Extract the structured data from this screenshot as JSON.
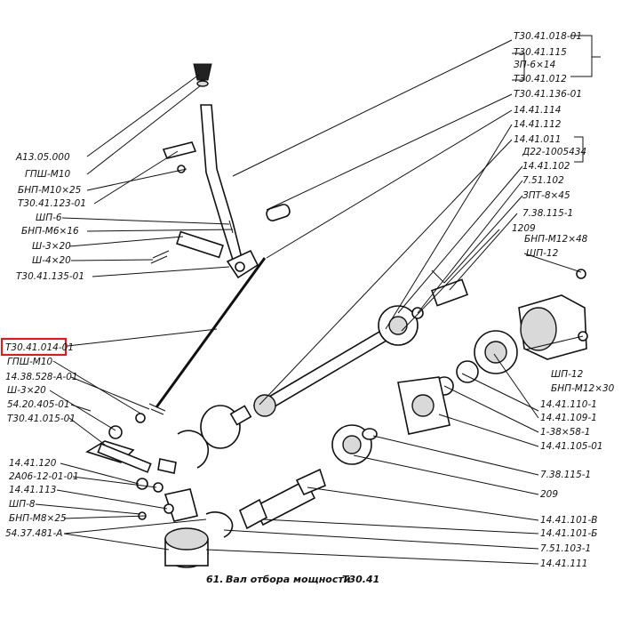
{
  "caption": {
    "number": "61.",
    "title": "Вал отбора мощности",
    "model": "Т30.41"
  },
  "highlight": {
    "color": "#cc2222",
    "target": "Т30.41.014-01"
  },
  "left_labels": [
    "А13.05.000",
    "ГПШ-М10",
    "БНП-М10×25",
    "Т30.41.123-01",
    "ШП-6",
    "БНП-М6×16",
    "Ш-3×20",
    "Ш-4×20",
    "Т30.41.135-01",
    "Т30.41.014-01",
    "ГПШ-М10",
    "14.38.528-А-01",
    "Ш-3×20",
    "54.20.405-01",
    "Т30.41.015-01",
    "14.41.120",
    "2А06-12-01-01",
    "14.41.113",
    "ШП-8",
    "БНП-М8×25",
    "54.37.481-А"
  ],
  "right_labels": [
    "Т30.41.018-01",
    "Т30.41.115",
    "ЗП-6×14",
    "Т30.41.012",
    "Т30.41.136-01",
    "14.41.114",
    "14.41.112",
    "14.41.011",
    "Д22-1005434",
    "14.41.102",
    "7.51.102",
    "ЗПТ-8×45",
    "7.38.115-1",
    "1209",
    "БНП-М12×48",
    "ШП-12",
    "ШП-12",
    "БНП-М12×30",
    "14.41.110-1",
    "14.41.109-1",
    "1-38×58-1",
    "14.41.105-01",
    "7.38.115-1",
    "209",
    "14.41.101-В",
    "14.41.101-Б",
    "7.51.103-1",
    "14.41.111"
  ]
}
